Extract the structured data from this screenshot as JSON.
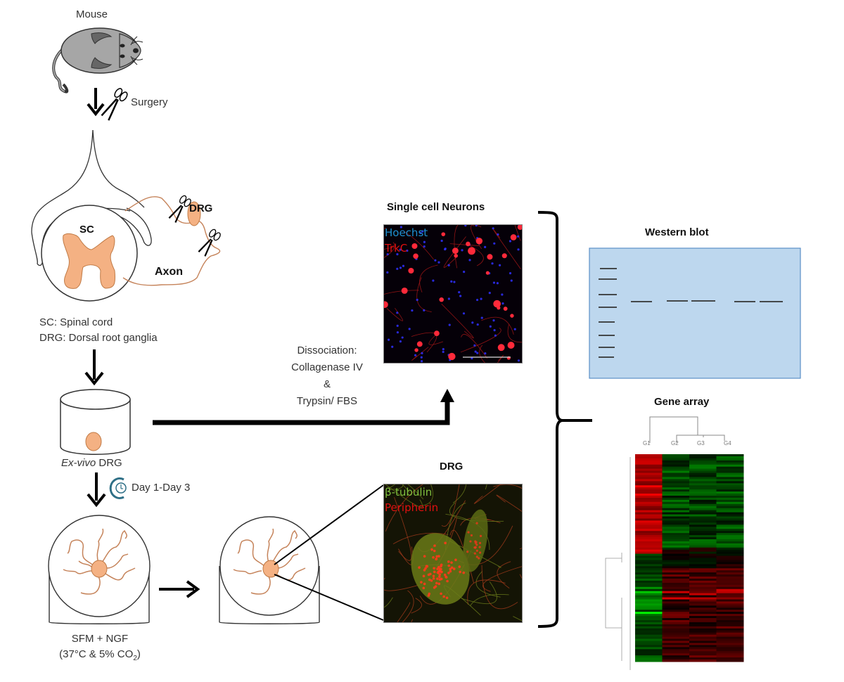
{
  "workflow": {
    "mouse": {
      "label": "Mouse"
    },
    "surgery": {
      "label": "Surgery"
    },
    "spinal_section": {
      "sc_label": "SC",
      "axon_label": "Axon",
      "drg_label": "DRG",
      "legend_sc": "SC: Spinal cord",
      "legend_drg": "DRG: Dorsal root ganglia"
    },
    "exvivo": {
      "label_italic": "Ex-vivo",
      "label_rest": " DRG"
    },
    "culture_time": {
      "label": "Day 1-Day 3"
    },
    "culture_medium": {
      "line1": "SFM + NGF",
      "line2_prefix": "(37°C & 5% CO",
      "line2_sub": "2",
      "line2_suffix": ")"
    },
    "dissociation": {
      "line1": "Dissociation:",
      "line2": "Collagenase IV",
      "line3": "&",
      "line4": "Trypsin/ FBS"
    },
    "single_cell": {
      "title": "Single cell Neurons",
      "stain1": "Hoechst",
      "stain1_color": "#1e90d0",
      "stain2": "TrkC",
      "stain2_color": "#e01010"
    },
    "drg_image": {
      "title": "DRG",
      "stain1": "β-tubulin",
      "stain1_color": "#7fbf3f",
      "stain2": "Peripherin",
      "stain2_color": "#e01010"
    },
    "western_blot": {
      "title": "Western blot",
      "background": "#bdd7ee",
      "border": "#5b8fc7"
    },
    "gene_array": {
      "title": "Gene array",
      "columns": [
        "G1",
        "G2",
        "G3",
        "G4"
      ]
    }
  },
  "colors": {
    "tissue": "#f4b183",
    "tissue_stroke": "#c07a45",
    "neurite": "#c5835a",
    "mouse_body": "#a6a6a6",
    "clock": "#2e6f86"
  }
}
